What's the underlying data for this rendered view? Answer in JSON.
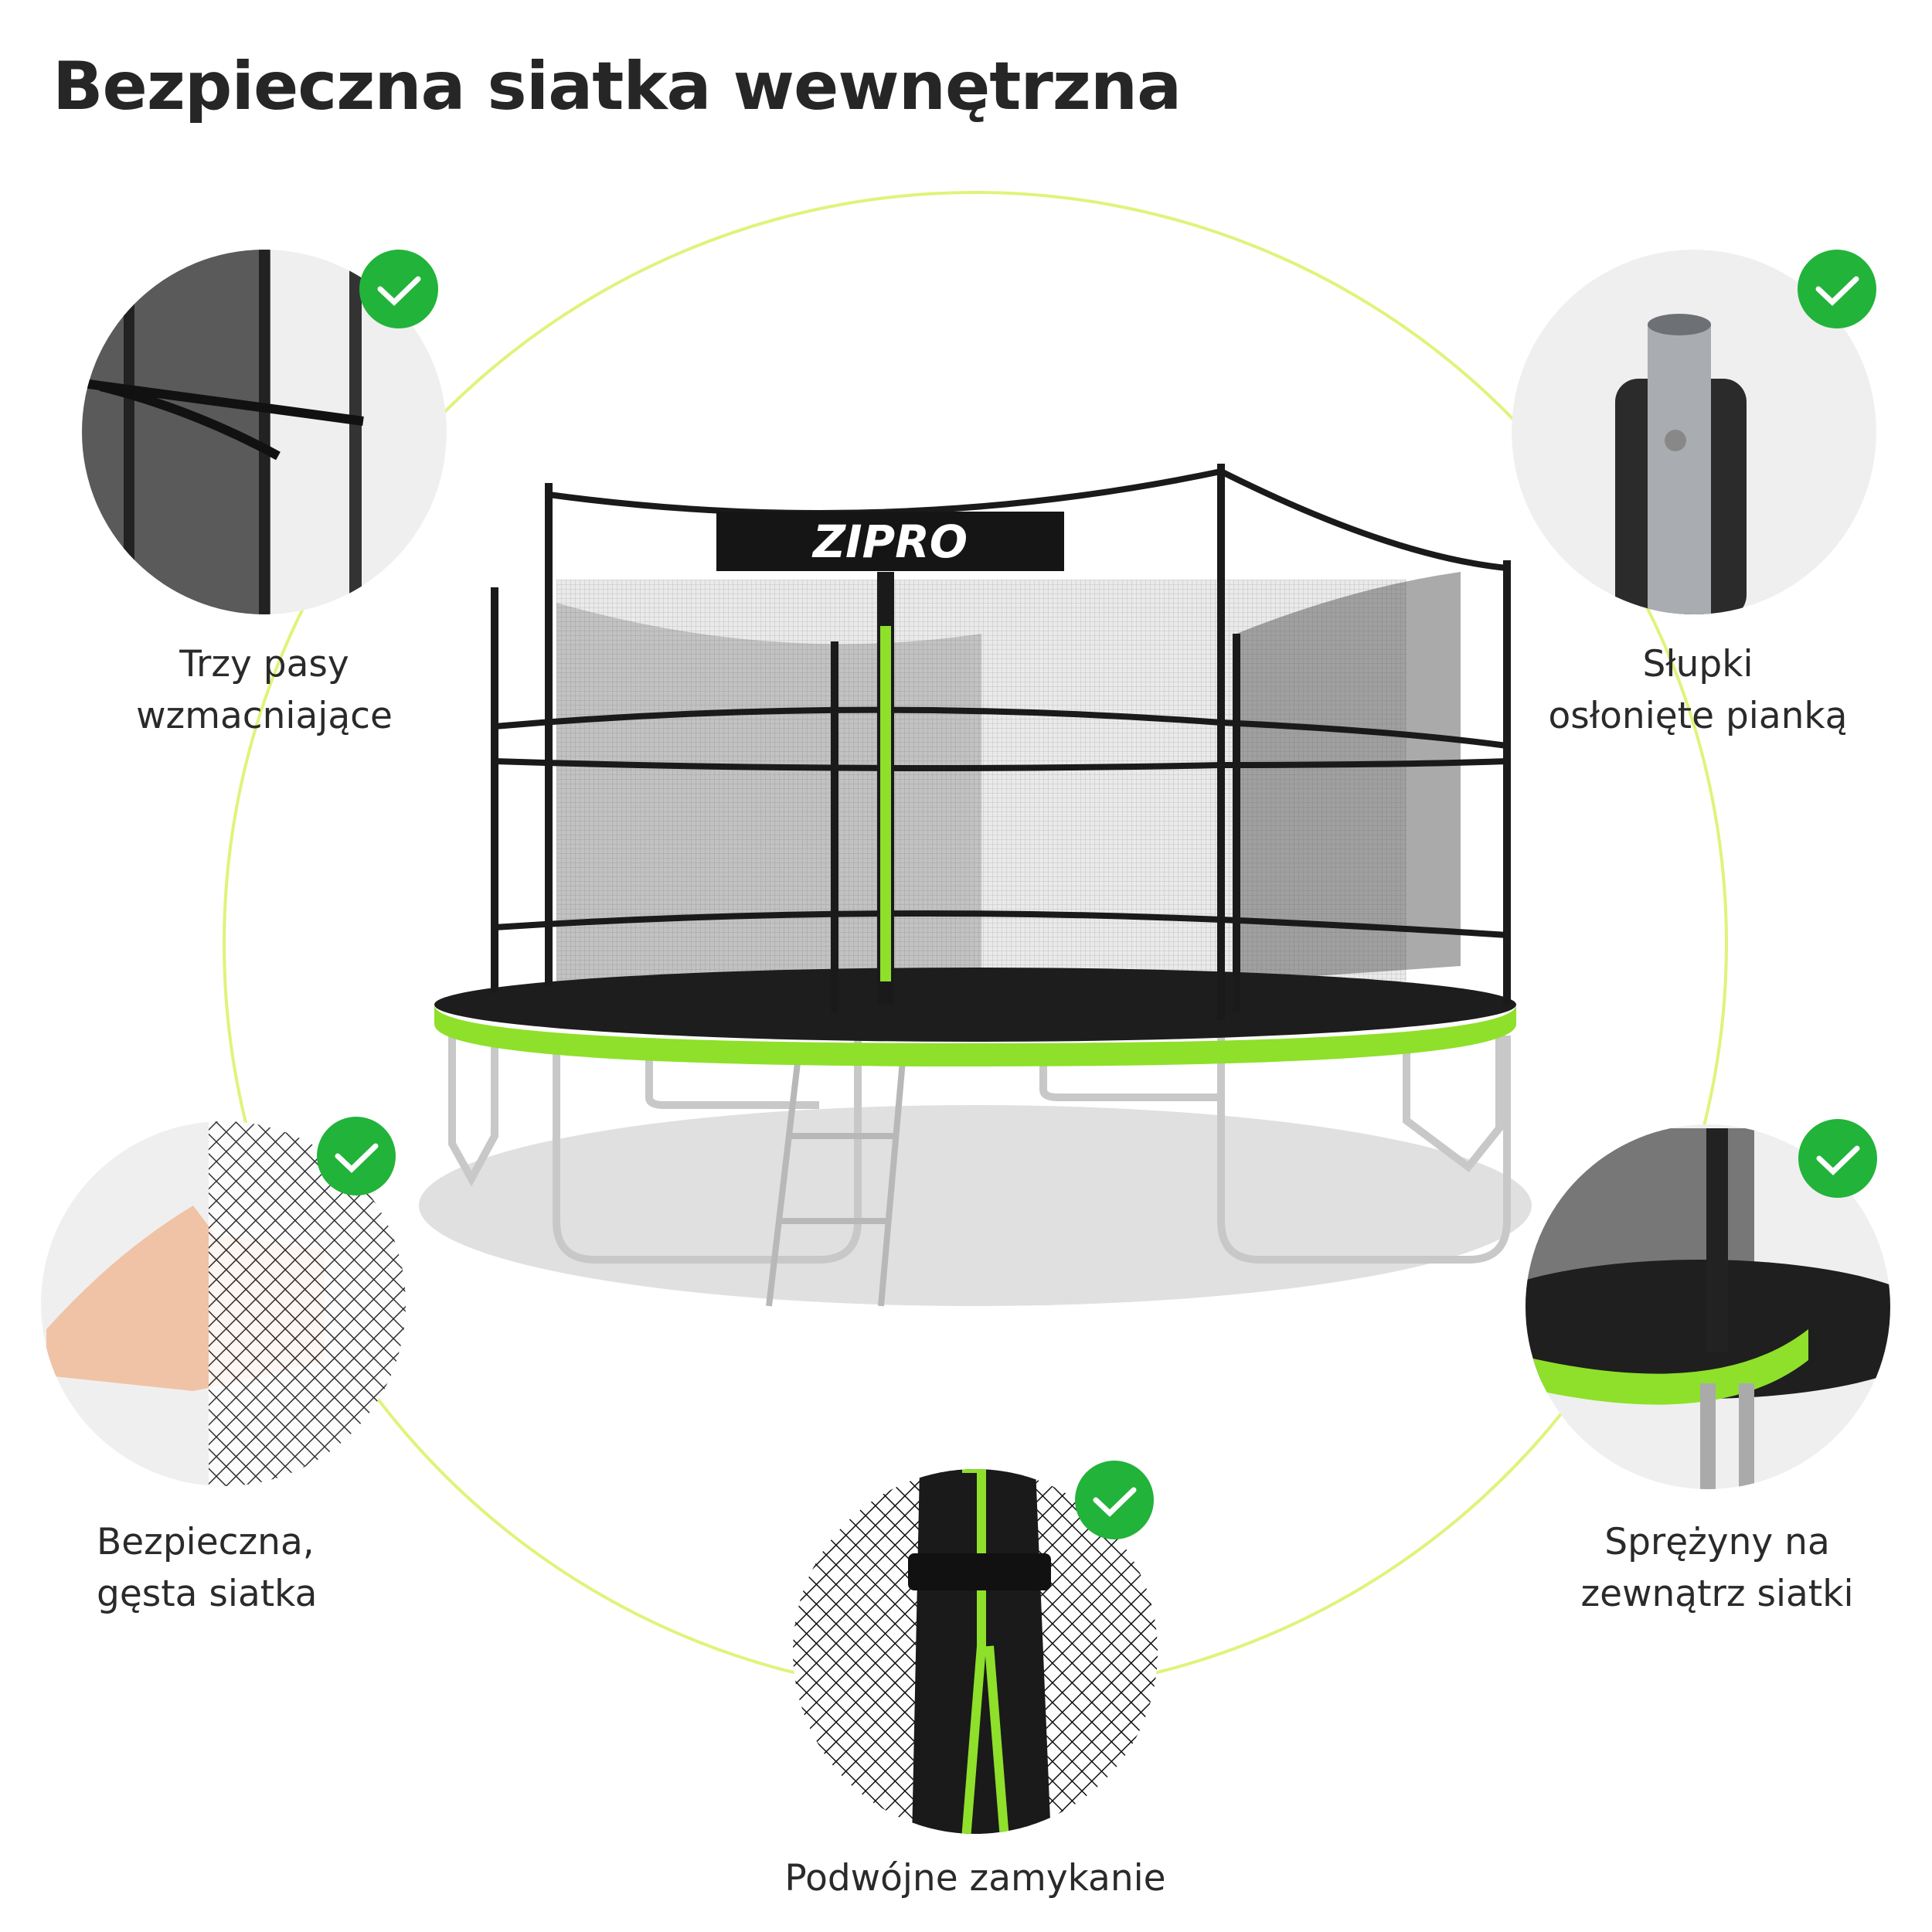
{
  "title": "Bezpieczna siatka wewnętrzna",
  "brand_logo": "ZIPRO",
  "colors": {
    "accent_green": "#8ee02b",
    "check_green": "#22b33a",
    "ring": "#e2f27a",
    "bubble": "#efefef"
  },
  "features": [
    {
      "id": "straps",
      "line1": "Trzy pasy",
      "line2": "wzmacniające",
      "icon": "check-icon"
    },
    {
      "id": "poles",
      "line1": "Słupki",
      "line2": "osłonięte pianką",
      "icon": "check-icon"
    },
    {
      "id": "net",
      "line1": "Bezpieczna,",
      "line2": "gęsta siatka",
      "icon": "check-icon"
    },
    {
      "id": "springs",
      "line1": "Sprężyny na",
      "line2": "zewnątrz siatki",
      "icon": "check-icon"
    },
    {
      "id": "zipper",
      "line1": "Podwójne zamykanie",
      "icon": "check-icon"
    }
  ]
}
